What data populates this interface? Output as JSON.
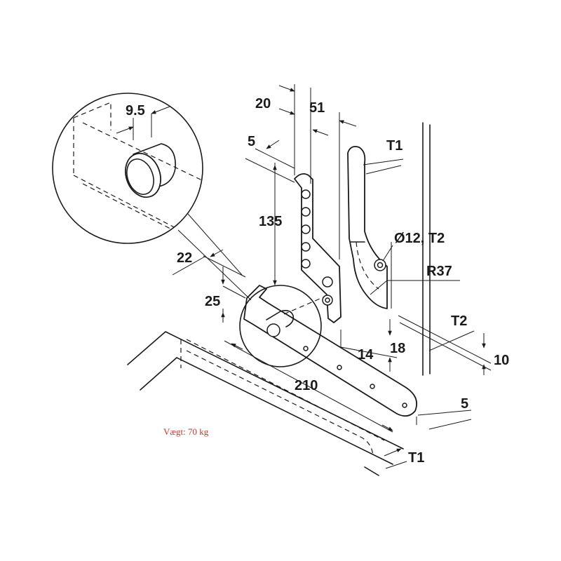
{
  "dimensions": {
    "d_9_5": "9.5",
    "d_20": "20",
    "d_51": "51",
    "d_5_top": "5",
    "d_t1_top": "T1",
    "d_135": "135",
    "d_o12_t2": "Ø12, T2",
    "d_r37": "R37",
    "d_22": "22",
    "d_25": "25",
    "d_t2_right": "T2",
    "d_10": "10",
    "d_14": "14",
    "d_18": "18",
    "d_210": "210",
    "d_5_right": "5",
    "d_t1_bottom": "T1"
  },
  "note": {
    "weight": "Vægt: 70 kg"
  },
  "colors": {
    "line": "#1a1a1a",
    "note": "#c0392b",
    "background": "#ffffff"
  }
}
